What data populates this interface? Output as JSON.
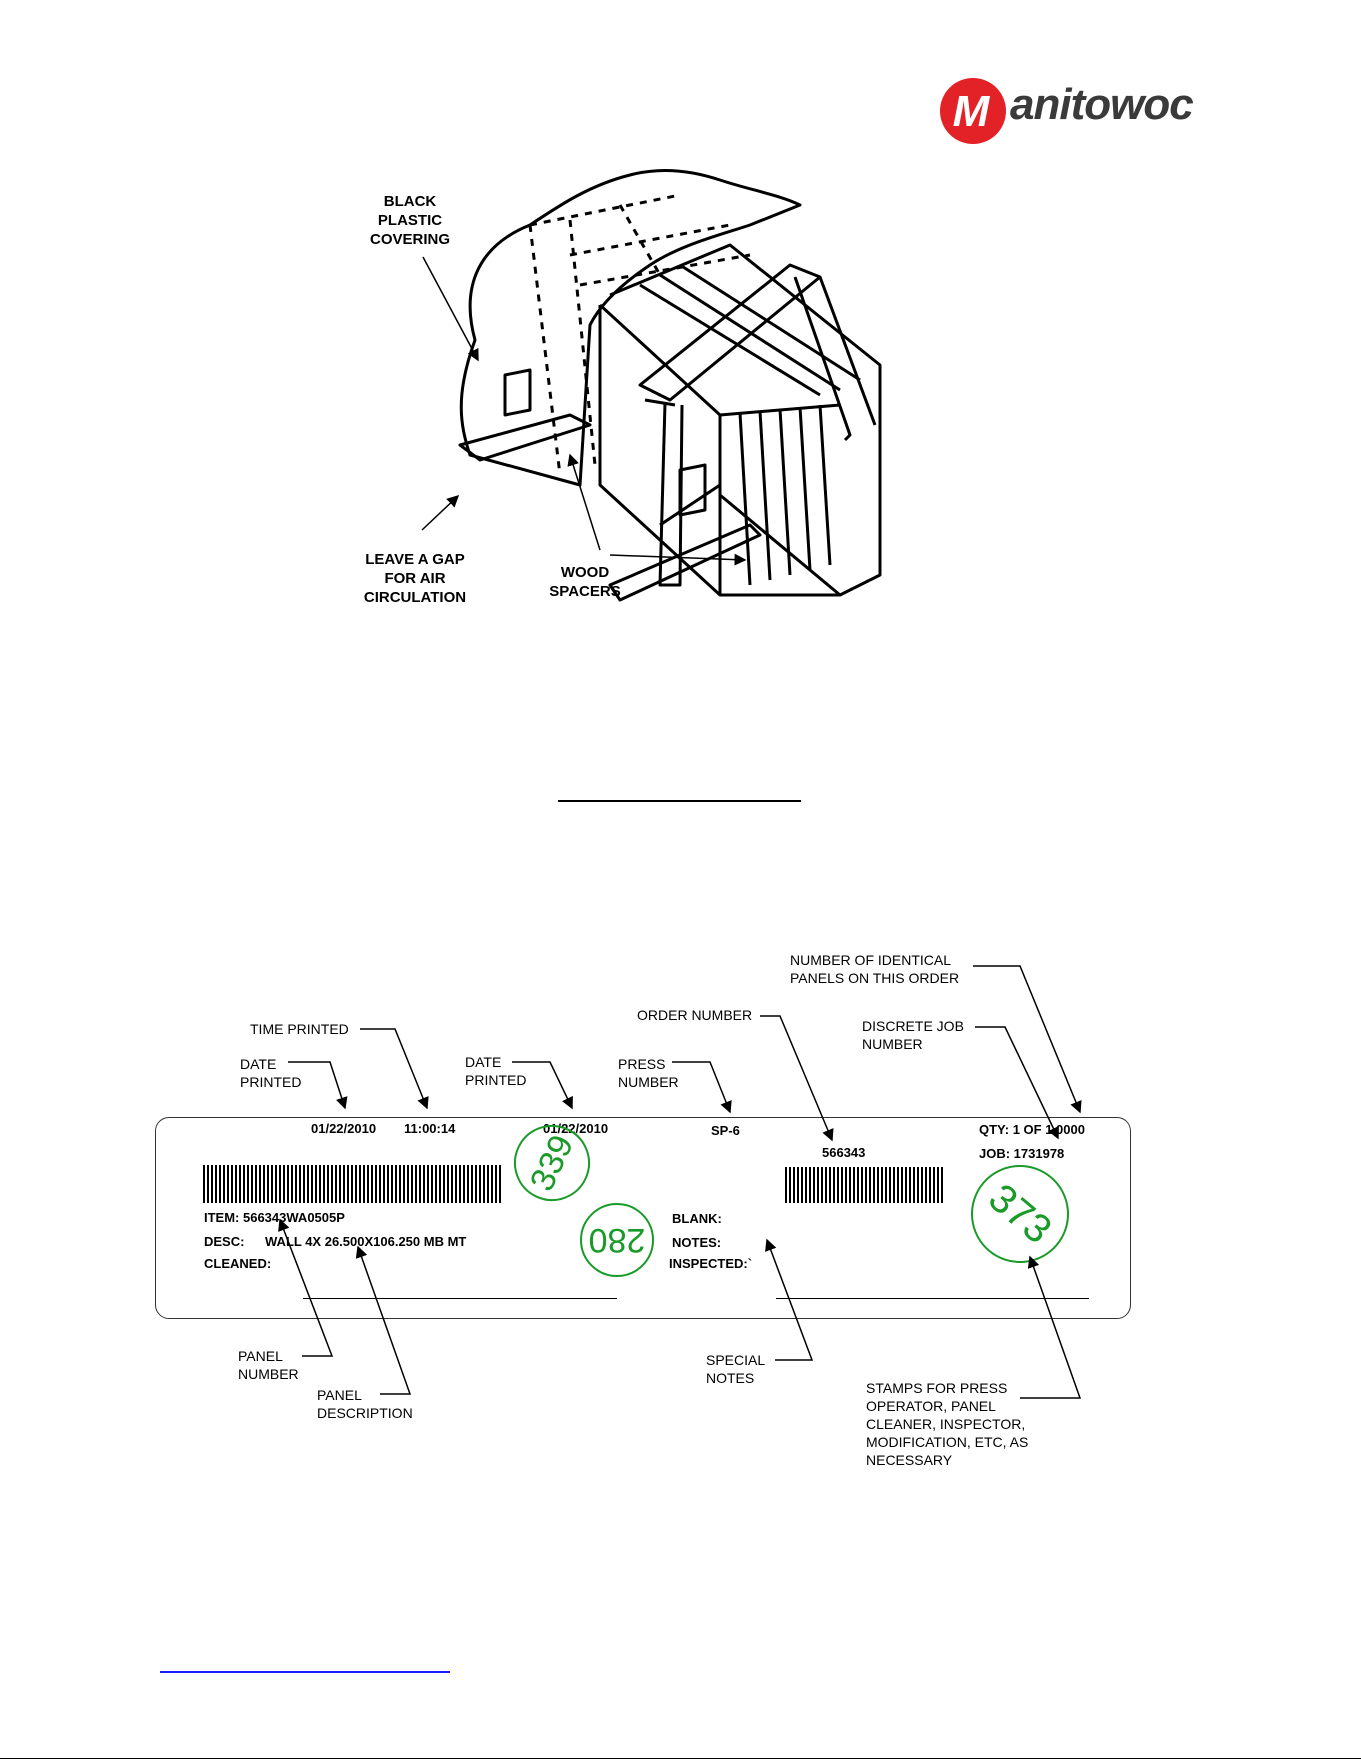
{
  "logo": {
    "text": "anitowoc",
    "initial": "M",
    "brand_color": "#e32227"
  },
  "rack_diagram": {
    "labels": {
      "covering": "BLACK\nPLASTIC\nCOVERING",
      "gap": "LEAVE A GAP\nFOR AIR\nCIRCULATION",
      "spacers": "WOOD\nSPACERS"
    }
  },
  "tag_diagram": {
    "callouts": {
      "time_printed": "TIME PRINTED",
      "date_printed_1": "DATE\nPRINTED",
      "date_printed_2": "DATE\nPRINTED",
      "press_number": "PRESS\nNUMBER",
      "order_number": "ORDER NUMBER",
      "identical_panels": "NUMBER OF IDENTICAL\nPANELS ON THIS ORDER",
      "discrete_job": "DISCRETE JOB\nNUMBER",
      "panel_number": "PANEL\nNUMBER",
      "panel_description": "PANEL\nDESCRIPTION",
      "special_notes": "SPECIAL\nNOTES",
      "stamps": "STAMPS FOR PRESS\nOPERATOR, PANEL\nCLEANER, INSPECTOR,\nMODIFICATION, ETC, AS\nNECESSARY"
    },
    "tag": {
      "date1": "01/22/2010",
      "time": "11:00:14",
      "date2": "01/22/2010",
      "press": "SP-6",
      "qty": "QTY: 1 OF 1.0000",
      "order": "566343",
      "job": "JOB: 1731978",
      "item": "ITEM:  566343WA0505P",
      "desc_label": "DESC:",
      "desc_value": "WALL 4X 26.500X106.250 MB MT",
      "cleaned": "CLEANED:",
      "blank": "BLANK:",
      "notes": "NOTES:",
      "inspected": "INSPECTED:`"
    },
    "stamps": [
      "339",
      "280",
      "373"
    ],
    "stamp_color": "#1a9a28"
  }
}
